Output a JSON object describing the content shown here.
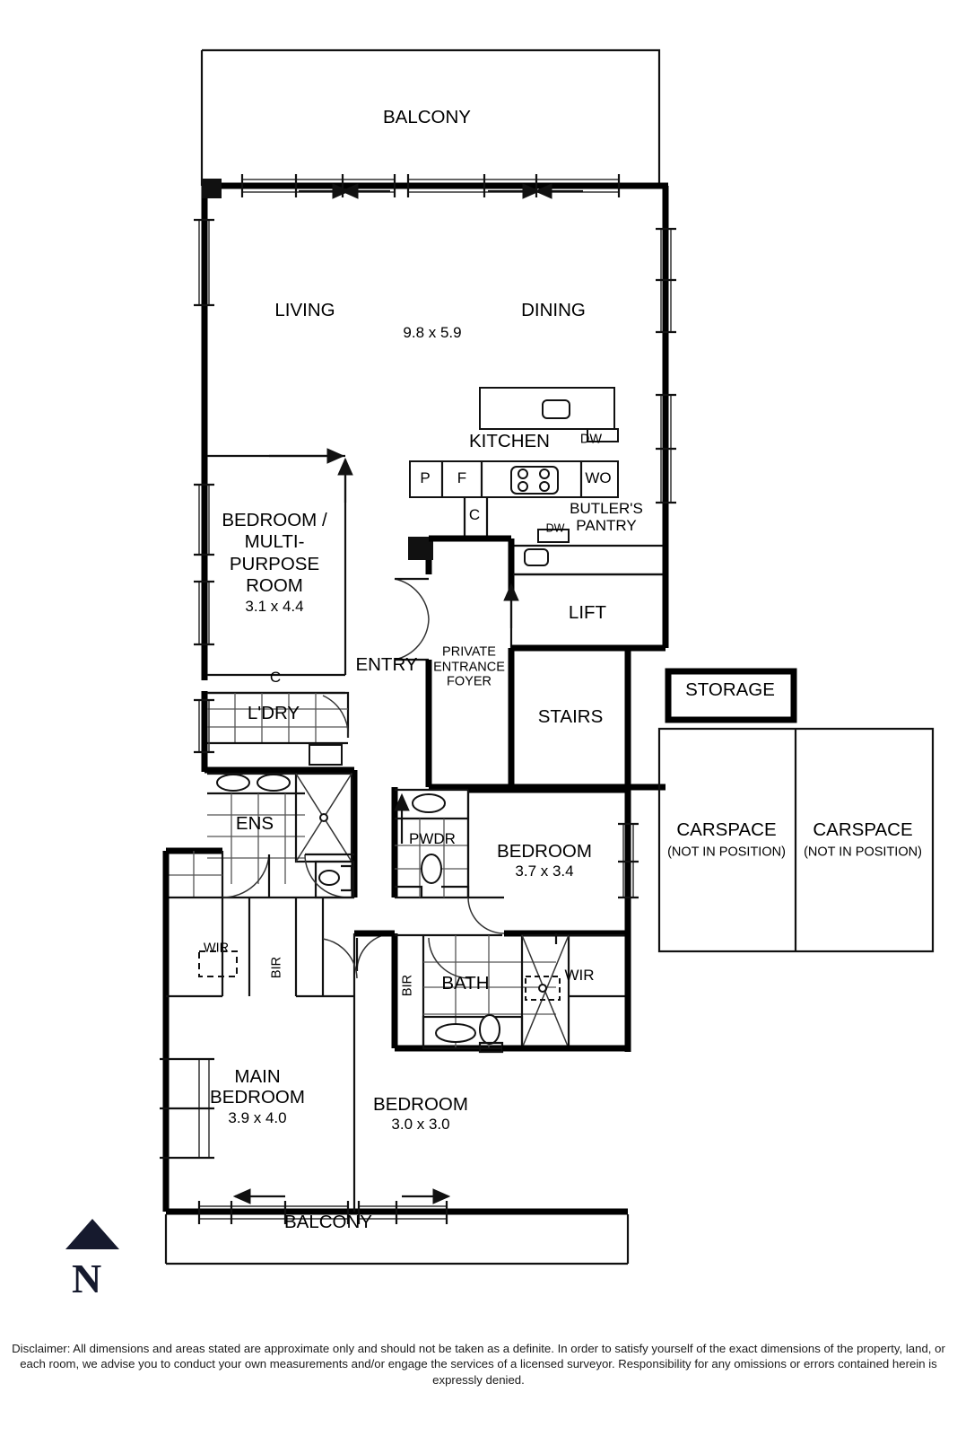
{
  "document": {
    "type": "real-estate-floor-plan",
    "compass": {
      "label": "N",
      "direction": "north-up"
    }
  },
  "rooms": [
    {
      "id": "balcony-top",
      "name": "BALCONY",
      "dimensions": ""
    },
    {
      "id": "living",
      "name": "LIVING",
      "dimensions": ""
    },
    {
      "id": "dining",
      "name": "DINING",
      "dimensions": ""
    },
    {
      "id": "living-dining-dim",
      "name": "",
      "dimensions": "9.8 x 5.9"
    },
    {
      "id": "kitchen",
      "name": "KITCHEN",
      "dimensions": ""
    },
    {
      "id": "butlers-pantry",
      "name": "BUTLER'S\nPANTRY",
      "dimensions": ""
    },
    {
      "id": "multi-purpose",
      "name": "BEDROOM /\nMULTI-\nPURPOSE\nROOM",
      "dimensions": "3.1 x 4.4"
    },
    {
      "id": "laundry",
      "name": "L'DRY",
      "dimensions": ""
    },
    {
      "id": "ensuite",
      "name": "ENS",
      "dimensions": ""
    },
    {
      "id": "entry",
      "name": "ENTRY",
      "dimensions": ""
    },
    {
      "id": "foyer",
      "name": "PRIVATE\nENTRANCE\nFOYER",
      "dimensions": ""
    },
    {
      "id": "lift",
      "name": "LIFT",
      "dimensions": ""
    },
    {
      "id": "stairs",
      "name": "STAIRS",
      "dimensions": ""
    },
    {
      "id": "storage",
      "name": "STORAGE",
      "dimensions": ""
    },
    {
      "id": "powder",
      "name": "PWDR",
      "dimensions": ""
    },
    {
      "id": "bedroom-2",
      "name": "BEDROOM",
      "dimensions": "3.7 x 3.4"
    },
    {
      "id": "bath",
      "name": "BATH",
      "dimensions": ""
    },
    {
      "id": "main-bedroom",
      "name": "MAIN\nBEDROOM",
      "dimensions": "3.9 x 4.0"
    },
    {
      "id": "bedroom-3",
      "name": "BEDROOM",
      "dimensions": "3.0 x 3.0"
    },
    {
      "id": "balcony-bottom",
      "name": "BALCONY",
      "dimensions": ""
    }
  ],
  "labels": {
    "balcony_top": "BALCONY",
    "living": "LIVING",
    "dining": "DINING",
    "living_dining_dim": "9.8 x 5.9",
    "kitchen": "KITCHEN",
    "dw_kitchen": "DW",
    "pantry_p": "P",
    "fridge_f": "F",
    "wall_oven": "WO",
    "cupboard_c_kitchen": "C",
    "butlers_pantry_line1": "BUTLER'S",
    "butlers_pantry_line2": "PANTRY",
    "dw_butlers": "DW",
    "mpr_line1": "BEDROOM /",
    "mpr_line2": "MULTI-",
    "mpr_line3": "PURPOSE",
    "mpr_line4": "ROOM",
    "mpr_dim": "3.1 x 4.4",
    "cupboard_c_hall": "C",
    "laundry": "L'DRY",
    "ensuite": "ENS",
    "wir_main": "WIR",
    "bir_main": "BIR",
    "entry": "ENTRY",
    "foyer_line1": "PRIVATE",
    "foyer_line2": "ENTRANCE",
    "foyer_line3": "FOYER",
    "lift": "LIFT",
    "stairs": "STAIRS",
    "storage": "STORAGE",
    "carspace_1_name": "CARSPACE",
    "carspace_1_note": "(NOT IN POSITION)",
    "carspace_2_name": "CARSPACE",
    "carspace_2_note": "(NOT IN POSITION)",
    "powder": "PWDR",
    "bedroom_2_name": "BEDROOM",
    "bedroom_2_dim": "3.7 x 3.4",
    "bath": "BATH",
    "bir_bath": "BIR",
    "wir_bed2": "WIR",
    "main_bedroom_line1": "MAIN",
    "main_bedroom_line2": "BEDROOM",
    "main_bedroom_dim": "3.9 x 4.0",
    "bedroom_3_name": "BEDROOM",
    "bedroom_3_dim": "3.0 x 3.0",
    "balcony_bottom": "BALCONY",
    "north": "N"
  },
  "disclaimer": {
    "line1": "Disclaimer: All dimensions and areas stated are approximate only and should not be taken as a definite. In order to satisfy yourself of the exact dimensions",
    "line2": "of the property, land, or each room, we advise you to conduct your own measurements and/or engage the services of a licensed surveyor. Responsibility",
    "line3": "for any omissions or errors contained herein is expressly denied."
  },
  "colors": {
    "wall": "#000000",
    "thin_line": "#1a1a1a",
    "fixture_line": "#444444",
    "background": "#ffffff",
    "compass": "#161a2e"
  }
}
